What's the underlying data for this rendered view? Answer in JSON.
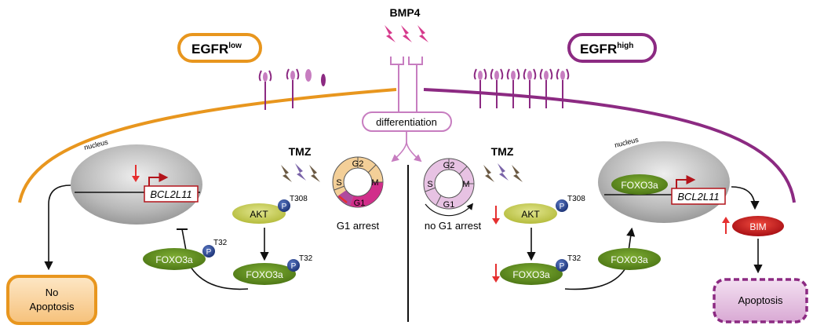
{
  "top": {
    "bmp4": "BMP4",
    "differentiation": "differentiation"
  },
  "left": {
    "egfr_main": "EGFR",
    "egfr_sup": "low",
    "nucleus": "nucleus",
    "gene": "BCL2L11",
    "tmz": "TMZ",
    "akt": "AKT",
    "akt_site": "T308",
    "foxo_nuc": "FOXO3a",
    "foxo_nuc_site": "T32",
    "foxo_cyto": "FOXO3a",
    "foxo_cyto_site": "T32",
    "phospho": "P",
    "cycle_phases": [
      "G2",
      "S",
      "M",
      "G1"
    ],
    "arrest": "G1 arrest",
    "outcome_line1": "No",
    "outcome_line2": "Apoptosis"
  },
  "right": {
    "egfr_main": "EGFR",
    "egfr_sup": "high",
    "nucleus": "nucleus",
    "gene": "BCL2L11",
    "foxo_nuc": "FOXO3a",
    "tmz": "TMZ",
    "akt": "AKT",
    "akt_site": "T308",
    "foxo": "FOXO3a",
    "foxo_site": "T32",
    "foxo_free": "FOXO3a",
    "phospho": "P",
    "bim": "BIM",
    "cycle_phases": [
      "G2",
      "S",
      "M",
      "G1"
    ],
    "arrest": "no G1 arrest",
    "outcome": "Apoptosis"
  },
  "colors": {
    "orange": "#e8961e",
    "purple": "#8c2a82",
    "light_purple": "#c77dc0",
    "akt_yellow": "#c8cf56",
    "foxo_green": "#5e8a1e",
    "phospho_blue": "#2d4b97",
    "bim_red": "#c8191e",
    "arrow_red": "#e53030",
    "gene_red": "#b3141b",
    "bmp_pink": "#d63a8c",
    "tmz_brown": "#6b5a44",
    "tmz_violet": "#7a63a8"
  }
}
